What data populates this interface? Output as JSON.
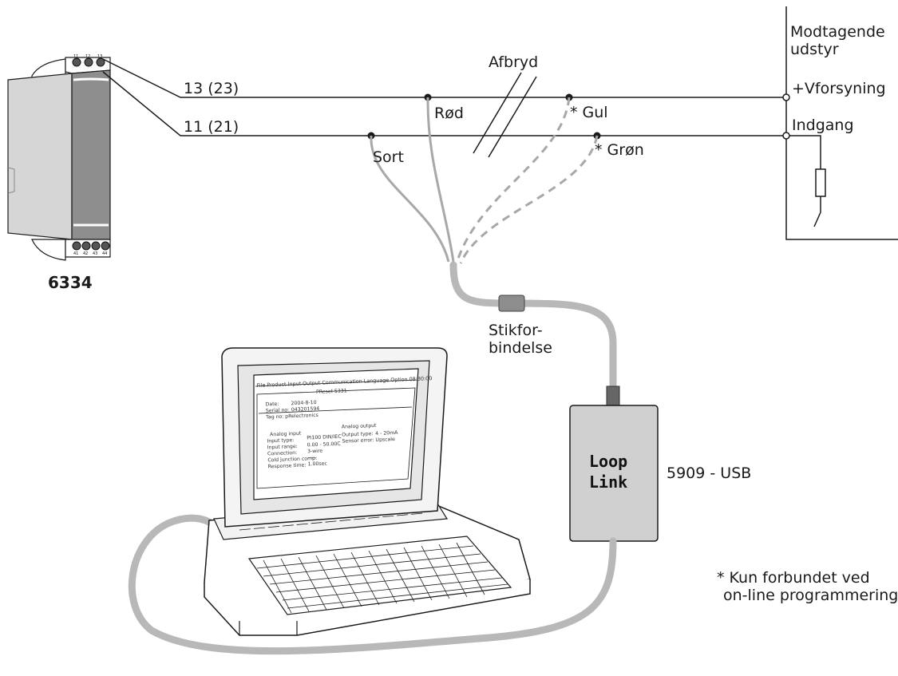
{
  "device": {
    "model": "6334",
    "terminals_top": [
      "11",
      "12",
      "13"
    ],
    "terminals_bottom": [
      "41",
      "42",
      "43",
      "44"
    ]
  },
  "lines": {
    "line_13": "13 (23)",
    "line_11": "11 (21)"
  },
  "wires": {
    "red": "Rød",
    "black": "Sort",
    "yellow": "* Gul",
    "green": "* Grøn",
    "break": "Afbryd"
  },
  "receiver": {
    "title_line1": "Modtagende",
    "title_line2": "udstyr",
    "supply": "+Vforsyning",
    "input": "Indgang"
  },
  "connector": {
    "line1": "Stikfor-",
    "line2": "bindelse"
  },
  "looplink": {
    "line1": "Loop",
    "line2": "Link",
    "model": "5909 - USB"
  },
  "footnote": {
    "line1": "* Kun forbundet ved",
    "line2": "on-line programmering"
  },
  "screen": {
    "menu": "File  Product  Input  Output  Communication  Language  Option  08:30:00",
    "window_title": "PReset 5331",
    "date_label": "Date:",
    "date_value": "2004-8-10",
    "serial_label": "Serial no:",
    "serial_value": "043201594",
    "tag_label": "Tag no:",
    "tag_value": "pRelectronics",
    "analog_input": "Analog input",
    "analog_output": "Analog output",
    "input_type_label": "Input type:",
    "input_type_value": "Pt100 DIN/IEC",
    "input_range_label": "Input range:",
    "input_range_value": "0.00 - 50.00C",
    "connection_label": "Connection:",
    "connection_value": "3-wire",
    "cold_label": "Cold junction comp:",
    "cold_value": "-----",
    "response_label": "Response time:",
    "response_value": "1.00sec",
    "output_type_label": "Output type:",
    "output_type_value": "4 - 20mA",
    "sensor_error_label": "Sensor error:",
    "sensor_error_value": "Upscale"
  }
}
